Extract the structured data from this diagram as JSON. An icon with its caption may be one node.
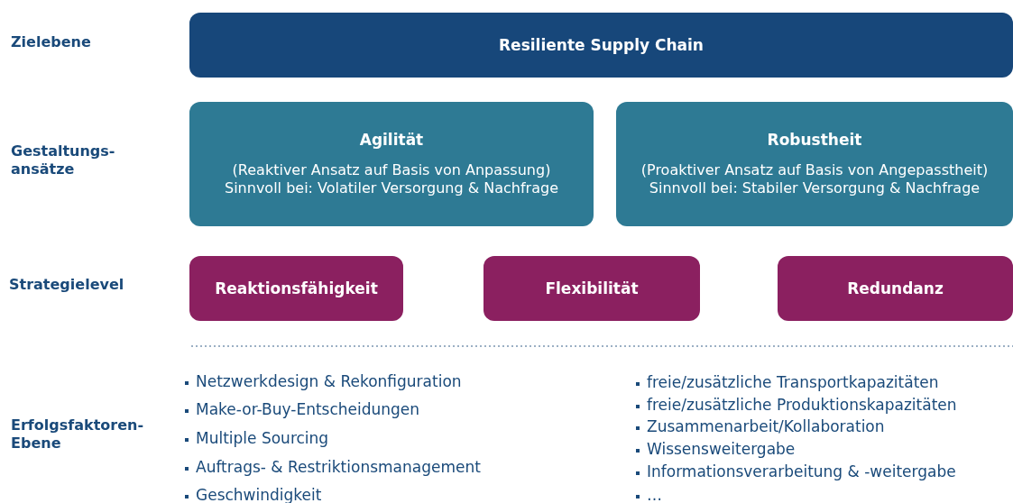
{
  "diagram": {
    "nodes": [
      {
        "text": [
          "Resiliente Supply Chain"
        ]
      },
      {
        "text": [
          "Agilität",
          "(Reaktiver Ansatz auf Basis von Anpassung)",
          "Sinnvoll bei: Volatiler Versorgung & Nachfrage"
        ]
      },
      {
        "text": [
          "Robustheit",
          "(Proaktiver Ansatz auf Basis von Angepasstheit)",
          "Sinnvoll bei: Stabiler Versorgung & Nachfrage"
        ]
      },
      {
        "text": [
          "Reaktionsfähigkeit"
        ]
      },
      {
        "text": [
          "Flexibilität"
        ]
      },
      {
        "text": [
          "Redundanz"
        ]
      }
    ],
    "edges": [],
    "labels": [
      "Zielebene",
      "Gestaltungs- ansätze",
      "Strategielevel",
      "Erfolgsfaktoren- Ebene",
      "Netzwerkdesign & Rekonfiguration",
      "Make-or-Buy-Entscheidungen",
      "Multiple Sourcing",
      "Auftrags- & Restriktionsmanagement",
      "Geschwindigkeit",
      "freie/zusätzliche Transportkapazitäten",
      "freie/zusätzliche Produktionskapazitäten",
      "Zusammenarbeit/Kollaboration",
      "Wissensweitergabe",
      "Informationsverarbeitung & -weitergabe",
      "…"
    ]
  }
}
